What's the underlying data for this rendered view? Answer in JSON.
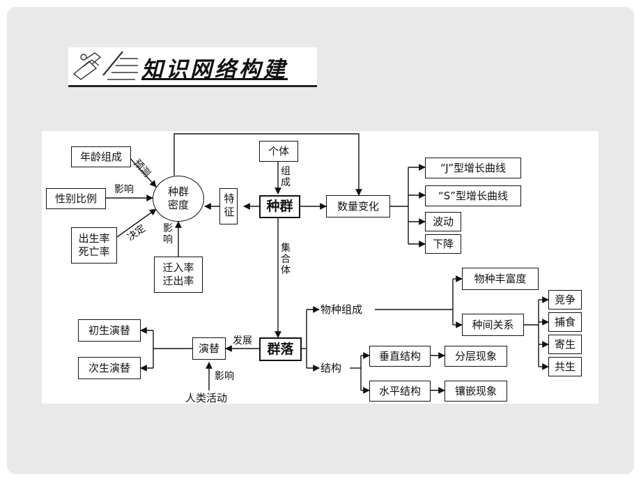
{
  "header": {
    "title": "知识网络构建"
  },
  "diagram": {
    "nodes": {
      "age_structure": "年龄组成",
      "sex_ratio": "性别比例",
      "birth_death": "出生率\n死亡率",
      "density": "种群\n密度",
      "migration": "迁入率\n迁出率",
      "characteristics": "特征",
      "individual": "个体",
      "population": "种群",
      "quantity_change": "数量变化",
      "j_curve": "“J”型增长曲线",
      "s_curve": "“S”型增长曲线",
      "fluctuation": "波动",
      "decline": "下降",
      "community": "群落",
      "succession": "演替",
      "primary_succession": "初生演替",
      "secondary_succession": "次生演替",
      "human_activity": "人类活动",
      "species_composition": "物种组成",
      "species_richness": "物种丰富度",
      "interspecies_relation": "种间关系",
      "competition": "竞争",
      "predation": "捕食",
      "parasitism": "寄生",
      "mutualism": "共生",
      "structure": "结构",
      "vertical_structure": "垂直结构",
      "horizontal_structure": "水平结构",
      "stratification": "分层现象",
      "mosaic": "镶嵌现象"
    },
    "edge_labels": {
      "predict": "预测",
      "influence_sex": "影响",
      "determine": "决定",
      "influence_migration": "影响",
      "compose": "组成",
      "aggregate": "集合体",
      "develop": "发展",
      "influence_human": "影响"
    }
  }
}
